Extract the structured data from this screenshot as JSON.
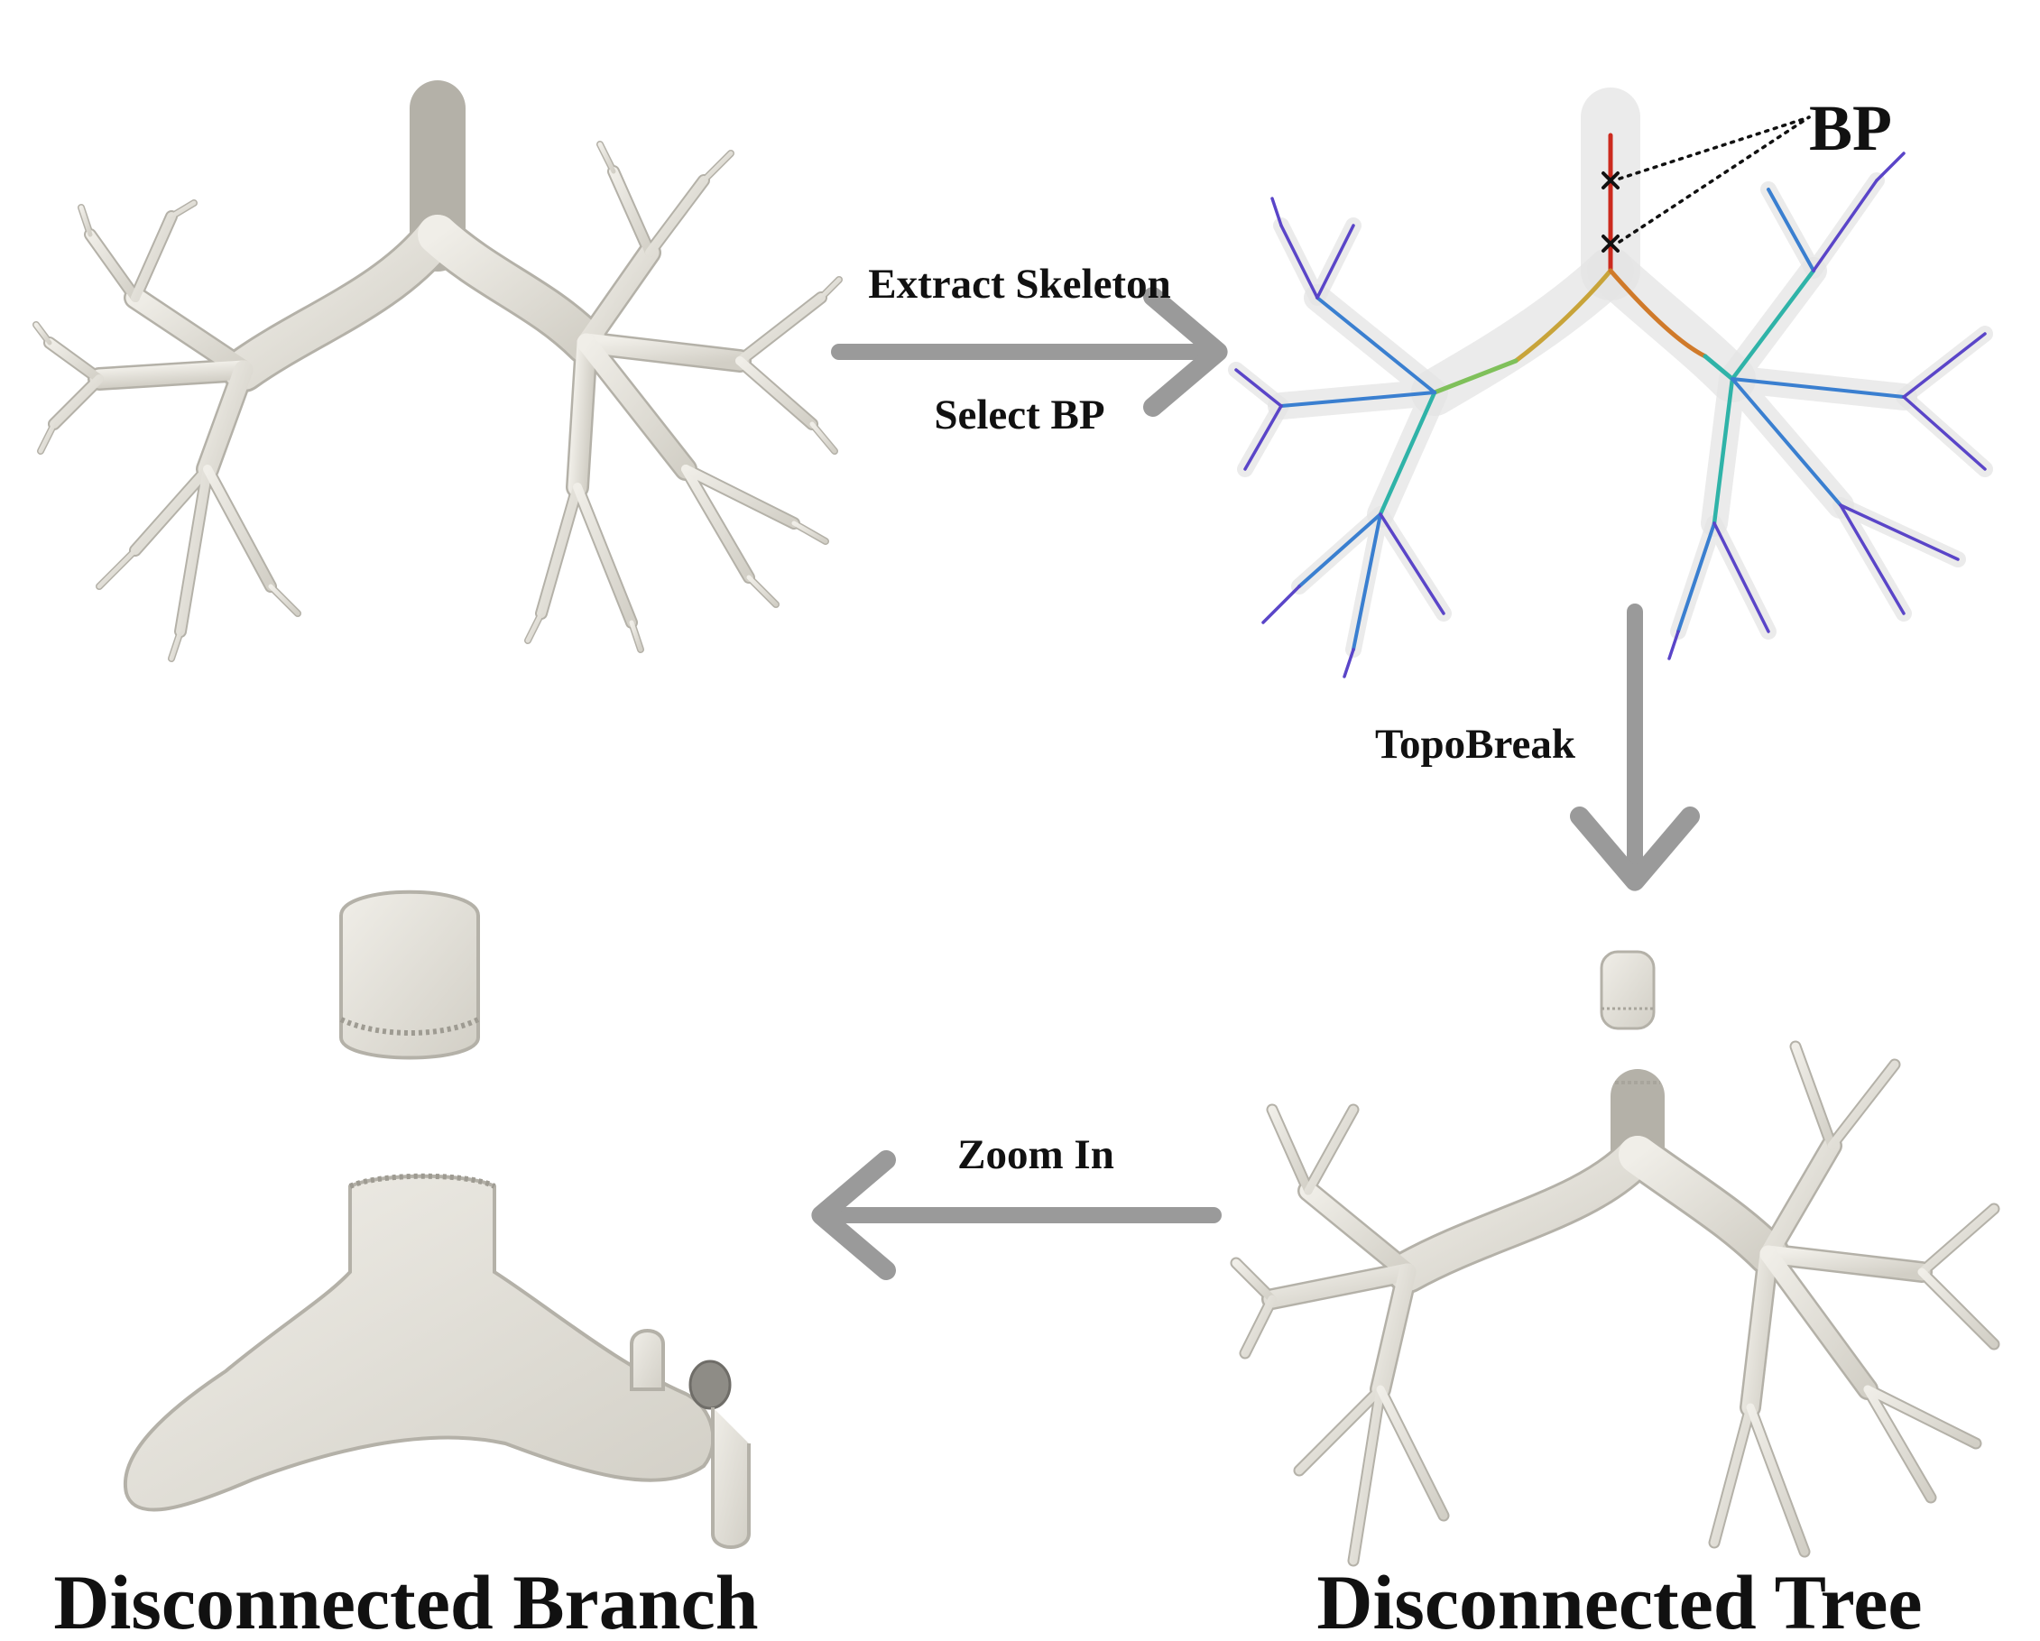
{
  "steps": {
    "extract_skeleton": "Extract Skeleton",
    "select_bp": "Select BP",
    "topobreak": "TopoBreak",
    "zoom_in": "Zoom In"
  },
  "bp_label": "BP",
  "captions": {
    "disconnected_branch": "Disconnected Branch",
    "disconnected_tree": "Disconnected Tree"
  },
  "colors": {
    "airway_surface": "#e6e4dd",
    "airway_outline": "#b4b1a8",
    "arrow": "#9a9a9a",
    "skeleton_deep": "#5a45c8",
    "skeleton_mid": "#3a7fd0",
    "skeleton_teal": "#2fb3a8",
    "skeleton_trachea": "#cc2a1e",
    "text": "#111111"
  }
}
